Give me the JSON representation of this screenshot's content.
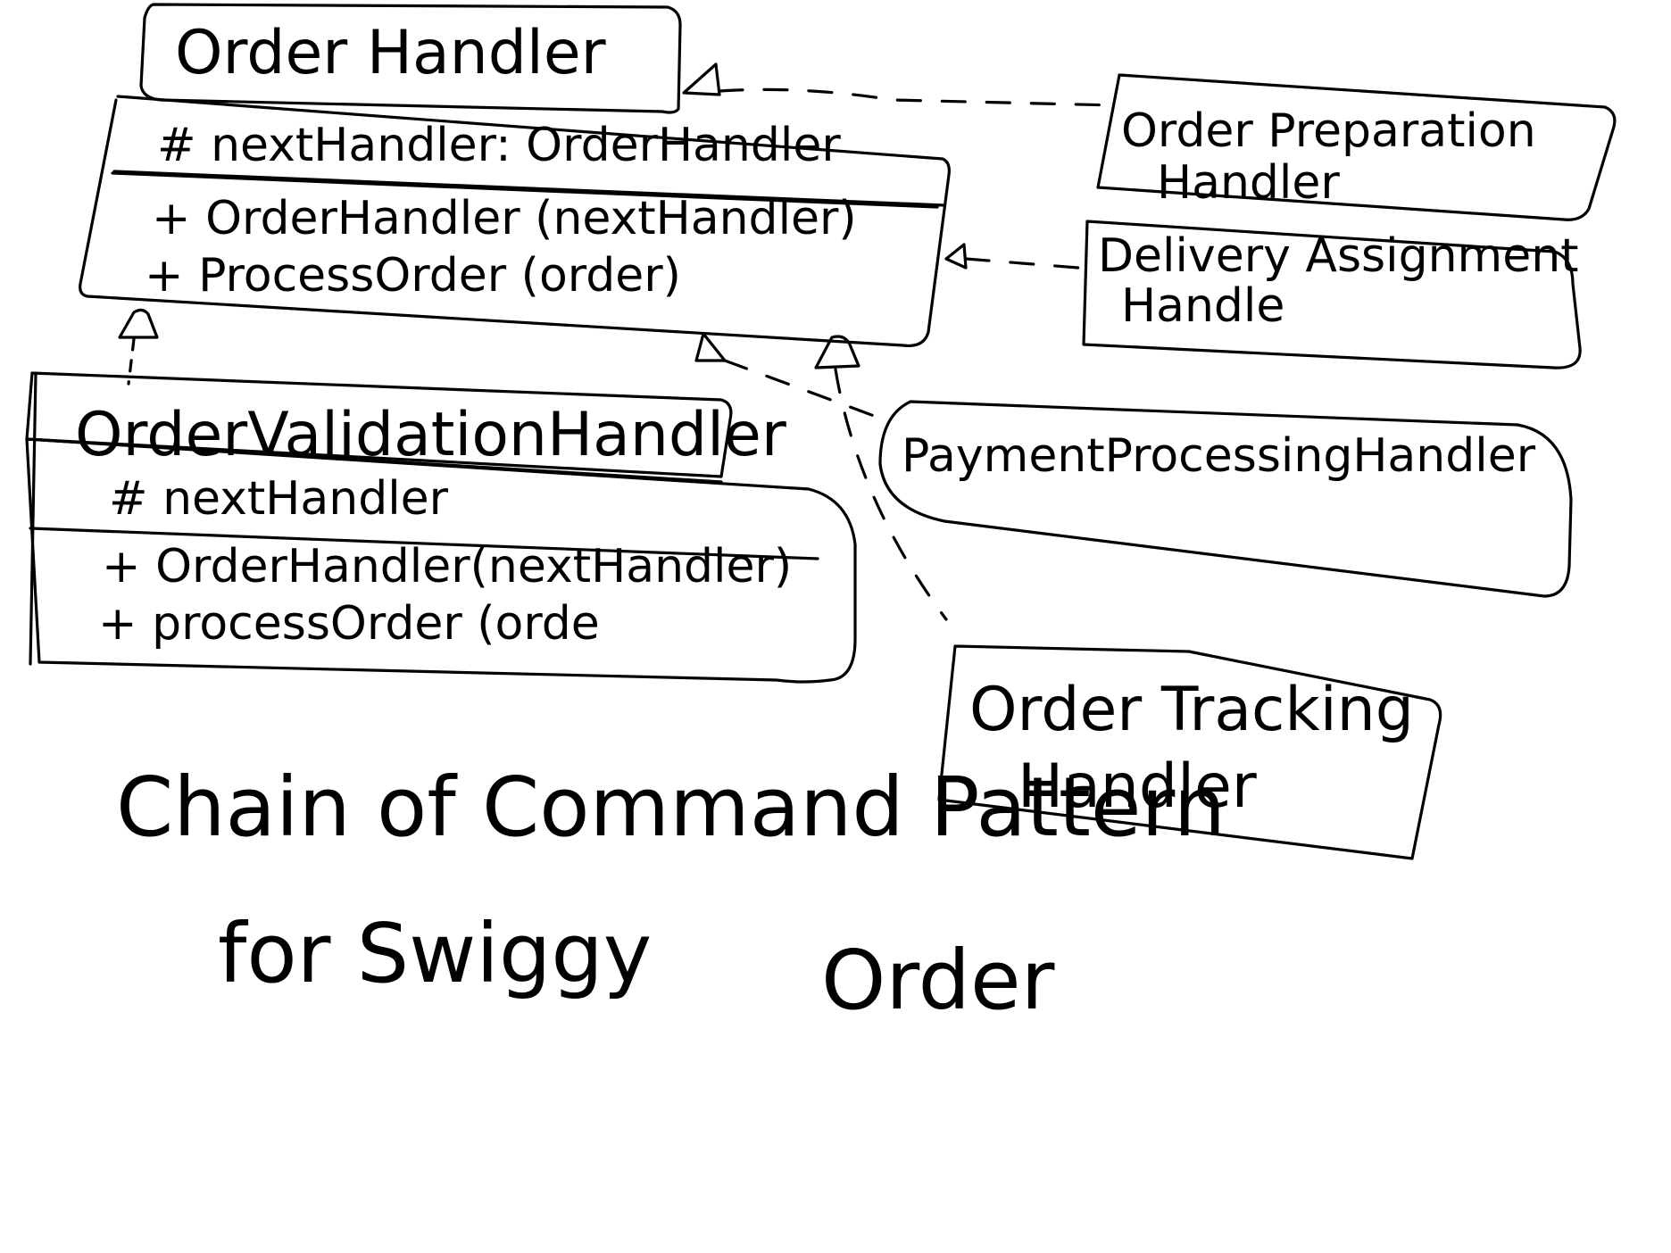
{
  "base_class": {
    "name": "Order Handler",
    "attribute": "# nextHandler: OrderHandler",
    "constructor": "+ OrderHandler (nextHandler)",
    "method": "+ ProcessOrder (order)"
  },
  "subclass": {
    "name": "OrderValidationHandler",
    "attribute": "# nextHandler",
    "constructor": "+ OrderHandler(nextHandler)",
    "method": "+ processOrder (orde"
  },
  "handlers": {
    "preparation_line1": "Order Preparation",
    "preparation_line2": "Handler",
    "delivery_line1": "Delivery Assignment",
    "delivery_line2": "Handle",
    "payment": "PaymentProcessingHandler",
    "tracking_line1": "Order Tracking",
    "tracking_line2": "Handler"
  },
  "caption": {
    "line1": "Chain of Command Pattern",
    "line2_a": "for Swiggy",
    "line2_b": "Order"
  },
  "ink_color": "#000000",
  "background_color": "#ffffff"
}
